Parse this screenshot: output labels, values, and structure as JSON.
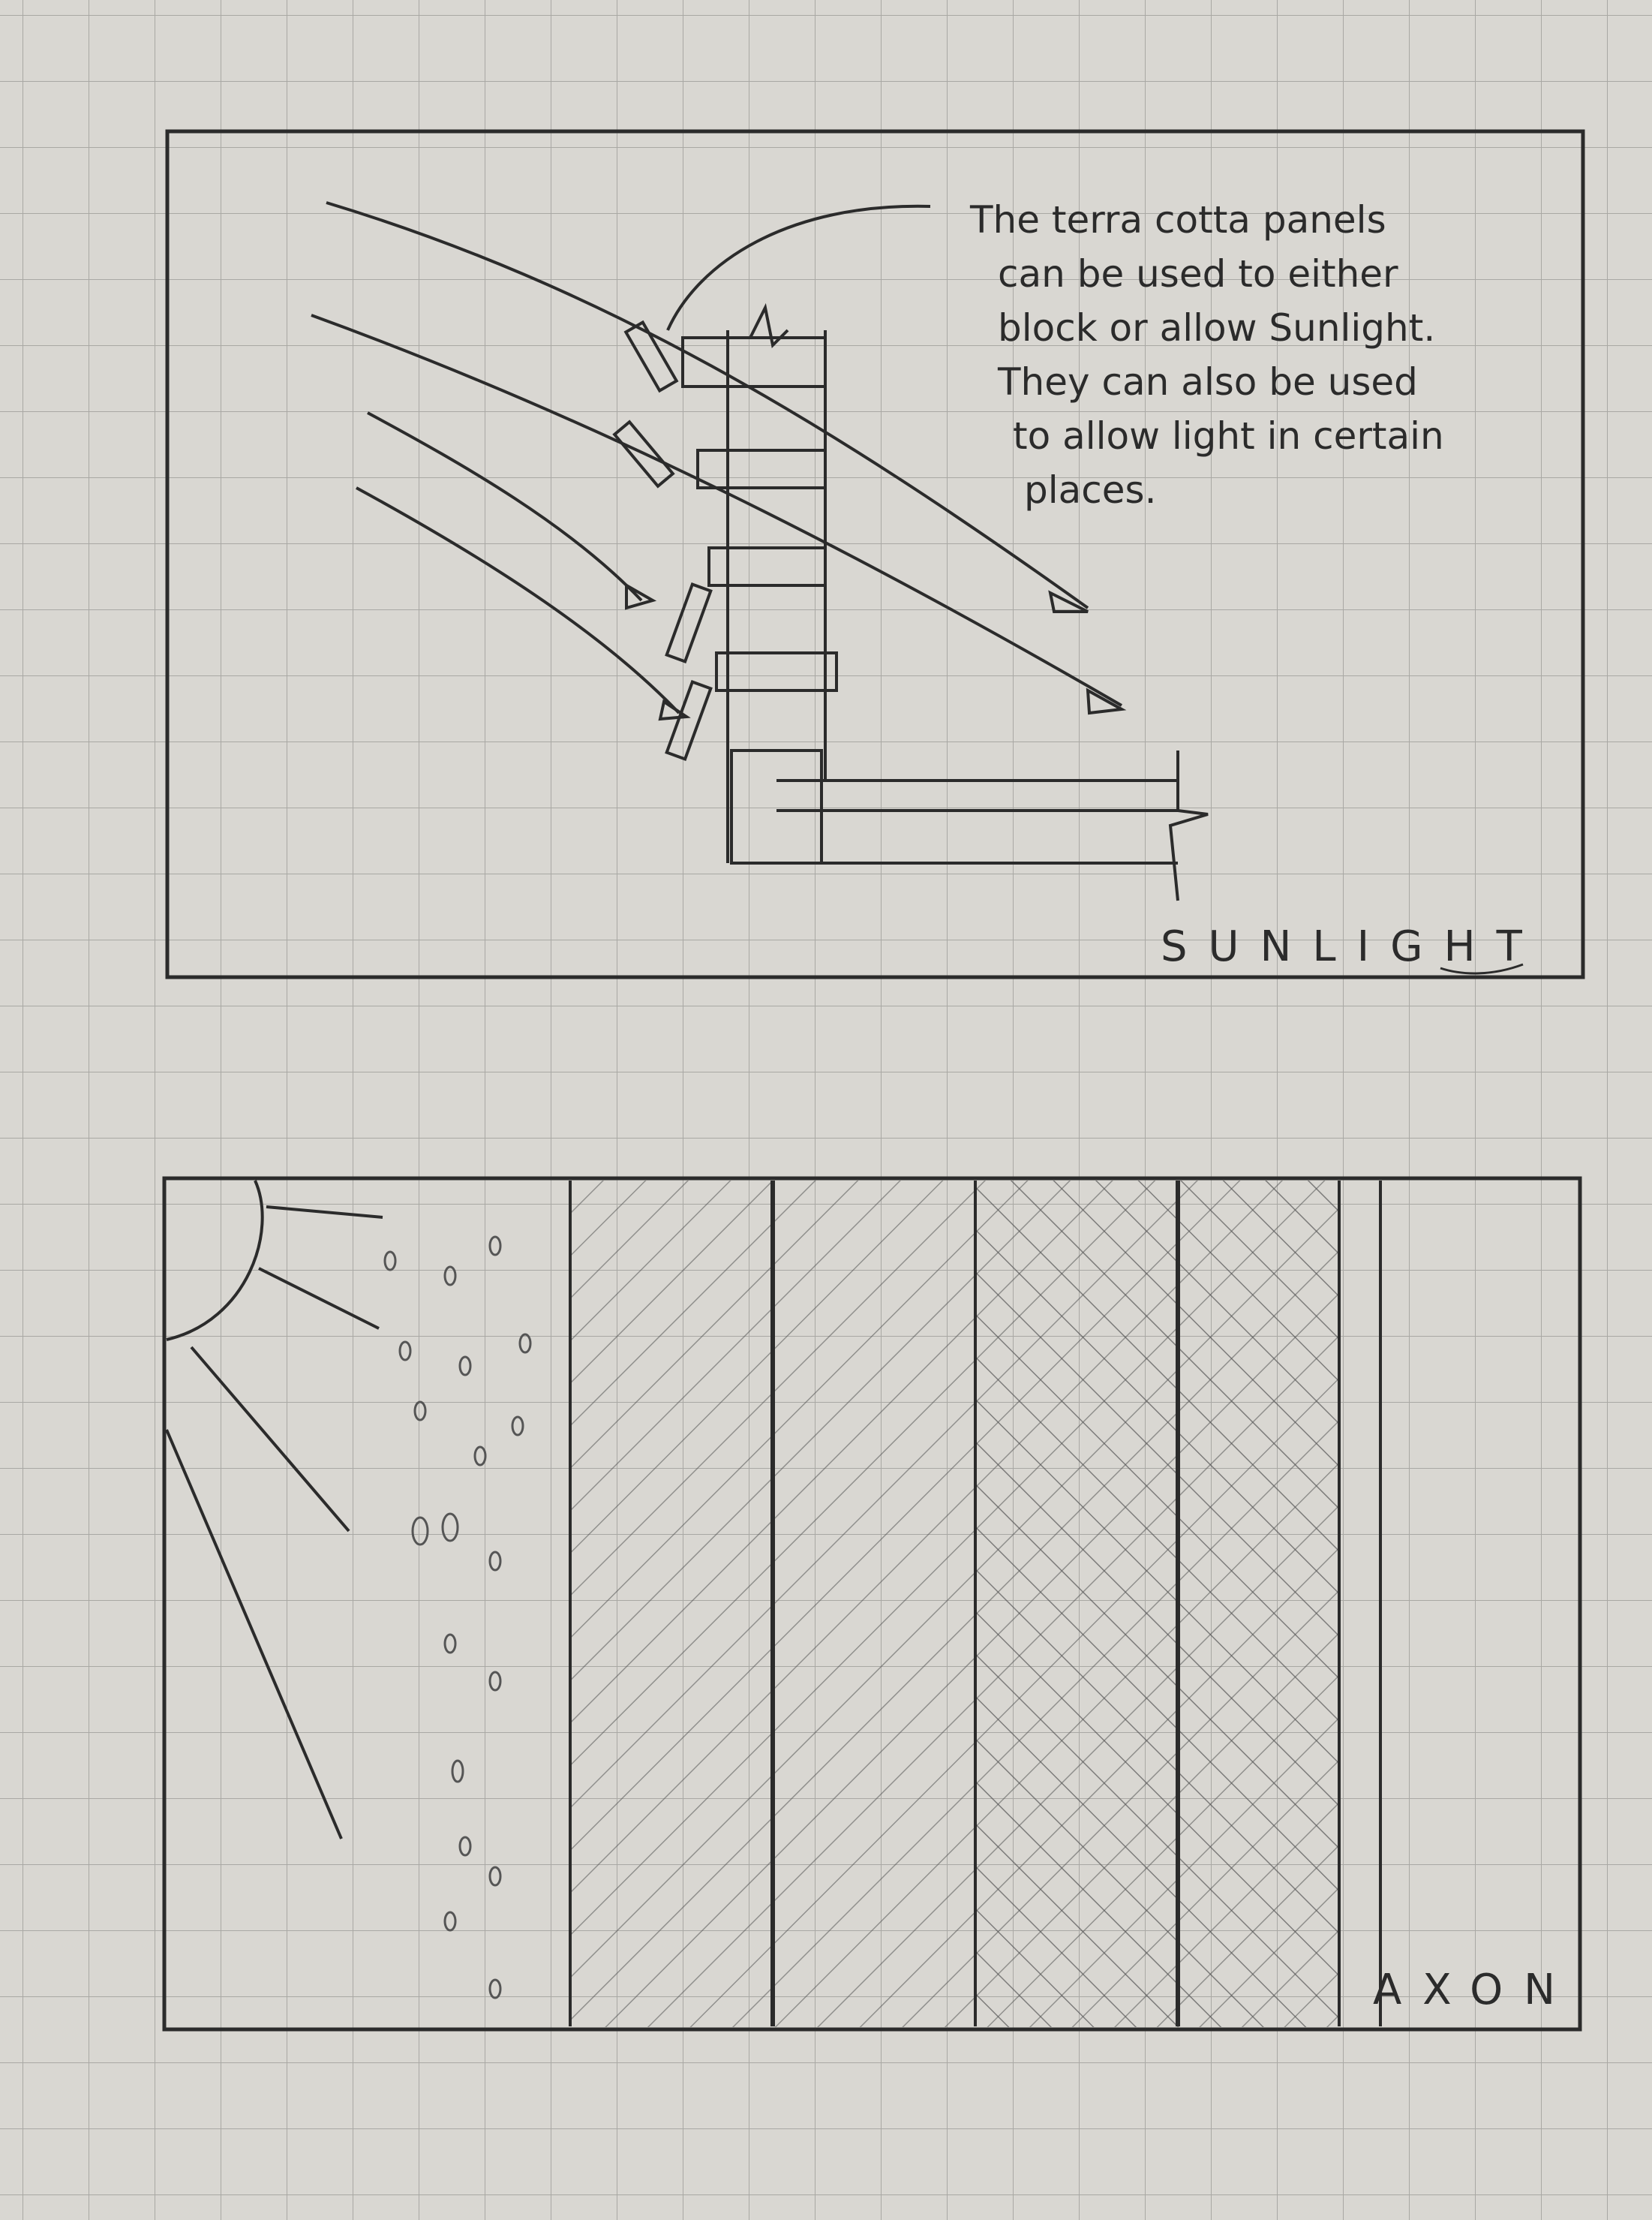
{
  "paper": {
    "background": "#d9d7d2",
    "grid_color": "#a9a8a4",
    "pencil_color": "#2b2b2b"
  },
  "top_panel": {
    "annotation_lines": [
      "The terra cotta panels",
      "can be used to either",
      "block or allow Sunlight.",
      "They can also be used",
      "to allow light in certain",
      "places."
    ],
    "title": "SUNLIGHT"
  },
  "bottom_panel": {
    "title": "AXON"
  }
}
